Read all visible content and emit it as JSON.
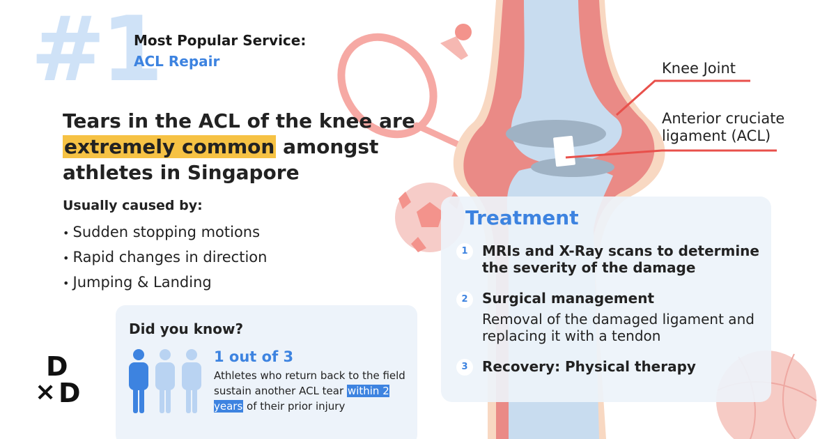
{
  "hero": {
    "rank": "#1",
    "label": "Most Popular Service:",
    "service": "ACL Repair"
  },
  "headline": {
    "line_before": "Tears in the ACL of the knee are ",
    "highlight": "extremely common",
    "line_after": " amongst athletes in Singapore"
  },
  "causes": {
    "title": "Usually caused by:",
    "items": [
      "Sudden stopping motions",
      "Rapid changes in direction",
      "Jumping & Landing"
    ]
  },
  "did_you_know": {
    "title": "Did you know?",
    "stat": "1 out of 3",
    "text_before": "Athletes who return back to the field sustain another ACL tear ",
    "text_highlight": "within 2 years",
    "text_after": " of their prior injury"
  },
  "diagram": {
    "label_knee": "Knee Joint",
    "label_acl_line1": "Anterior cruciate",
    "label_acl_line2": "ligament (ACL)"
  },
  "treatment": {
    "title": "Treatment",
    "steps": [
      {
        "num": "1",
        "title": "MRIs and X-Ray scans to determine the severity of the damage",
        "desc": ""
      },
      {
        "num": "2",
        "title": "Surgical management",
        "desc": "Removal of the damaged ligament and replacing it with a tendon"
      },
      {
        "num": "3",
        "title": "Recovery: Physical therapy",
        "desc": ""
      }
    ]
  },
  "logo": {
    "letters": [
      "D",
      "×",
      "D"
    ]
  },
  "colors": {
    "accent_blue": "#3d83e0",
    "highlight_yellow": "#f6c244",
    "card_bg": "#edf3fa",
    "leader_red": "#e8504b",
    "icon_people_primary": "#3d83e0",
    "icon_people_secondary": "#b9d3f2"
  },
  "icons": [
    "badminton-racket-icon",
    "shuttlecock-icon",
    "soccer-ball-icon",
    "basketball-icon",
    "person-icon"
  ]
}
